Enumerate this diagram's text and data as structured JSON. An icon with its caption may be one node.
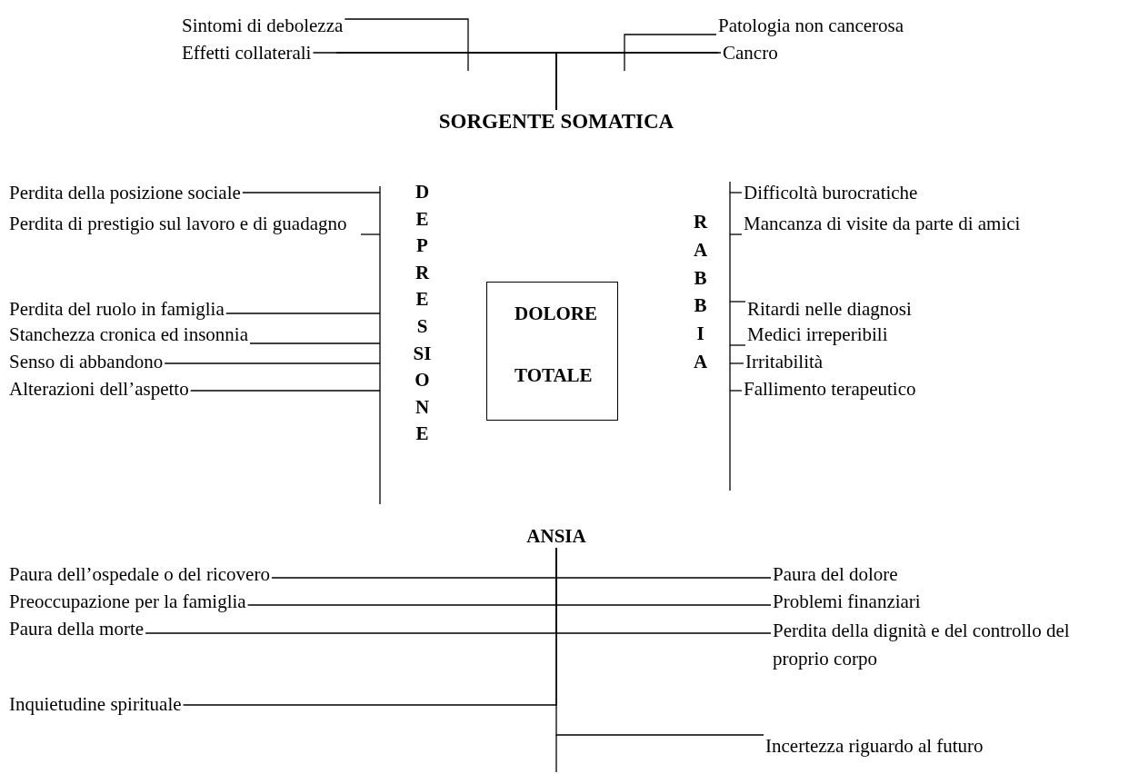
{
  "diagram": {
    "nodes": [
      {
        "text": [
          "Sintomi di debolezza"
        ]
      },
      {
        "text": [
          "Patologia non cancerosa"
        ]
      },
      {
        "text": [
          "Effetti collaterali"
        ]
      },
      {
        "text": [
          "Cancro"
        ]
      },
      {
        "text": [
          "SORGENTE SOMATICA"
        ]
      },
      {
        "text": [
          "DEPRESSIONE"
        ]
      },
      {
        "text": [
          "RABBIA"
        ]
      },
      {
        "text": [
          "DOLORE TOTALE"
        ]
      },
      {
        "text": [
          "Perdita della posizione sociale"
        ]
      },
      {
        "text": [
          "Perdita di prestigio sul lavoro e di guadagno"
        ]
      },
      {
        "text": [
          "Perdita del ruolo in famiglia"
        ]
      },
      {
        "text": [
          "Stanchezza cronica ed insonnia"
        ]
      },
      {
        "text": [
          "Senso di abbandono"
        ]
      },
      {
        "text": [
          "Alterazioni dell’aspetto"
        ]
      },
      {
        "text": [
          "Difficoltà burocratiche"
        ]
      },
      {
        "text": [
          "Mancanza di visite da parte di amici"
        ]
      },
      {
        "text": [
          "Ritardi nelle diagnosi"
        ]
      },
      {
        "text": [
          "Medici irreperibili"
        ]
      },
      {
        "text": [
          "Irritabilità"
        ]
      },
      {
        "text": [
          "Fallimento terapeutico"
        ]
      },
      {
        "text": [
          "ANSIA"
        ]
      },
      {
        "text": [
          "Paura dell’ospedale o del ricovero"
        ]
      },
      {
        "text": [
          "Paura del dolore"
        ]
      },
      {
        "text": [
          "Preoccupazione per la famiglia"
        ]
      },
      {
        "text": [
          "Problemi finanziari"
        ]
      },
      {
        "text": [
          "Paura della morte"
        ]
      },
      {
        "text": [
          "Perdita della dignità e del controllo del proprio corpo"
        ]
      },
      {
        "text": [
          "Inquietudine spirituale"
        ]
      },
      {
        "text": [
          "Incertezza riguardo al futuro"
        ]
      }
    ],
    "edges": [
      {
        "from": 0,
        "to": 4,
        "arrow": "none"
      },
      {
        "from": 1,
        "to": 4,
        "arrow": "none"
      },
      {
        "from": 2,
        "to": 4,
        "arrow": "none"
      },
      {
        "from": 3,
        "to": 4,
        "arrow": "none"
      },
      {
        "from": 8,
        "to": null,
        "arrow": "none"
      },
      {
        "from": 9,
        "to": null,
        "arrow": "none"
      },
      {
        "from": 10,
        "to": null,
        "arrow": "none"
      },
      {
        "from": 11,
        "to": null,
        "arrow": "none"
      },
      {
        "from": 12,
        "to": null,
        "arrow": "none"
      },
      {
        "from": 13,
        "to": null,
        "arrow": "none"
      },
      {
        "from": 14,
        "to": null,
        "arrow": "none"
      },
      {
        "from": 15,
        "to": null,
        "arrow": "none"
      },
      {
        "from": 16,
        "to": null,
        "arrow": "none"
      },
      {
        "from": 17,
        "to": null,
        "arrow": "none"
      },
      {
        "from": 18,
        "to": null,
        "arrow": "none"
      },
      {
        "from": 19,
        "to": null,
        "arrow": "none"
      },
      {
        "from": 21,
        "to": 20,
        "arrow": "none"
      },
      {
        "from": 22,
        "to": 20,
        "arrow": "none"
      },
      {
        "from": 23,
        "to": 20,
        "arrow": "none"
      },
      {
        "from": 24,
        "to": 20,
        "arrow": "none"
      },
      {
        "from": 25,
        "to": 20,
        "arrow": "none"
      },
      {
        "from": 26,
        "to": 20,
        "arrow": "none"
      },
      {
        "from": 27,
        "to": 20,
        "arrow": "none"
      },
      {
        "from": 28,
        "to": 20,
        "arrow": "none"
      }
    ]
  }
}
